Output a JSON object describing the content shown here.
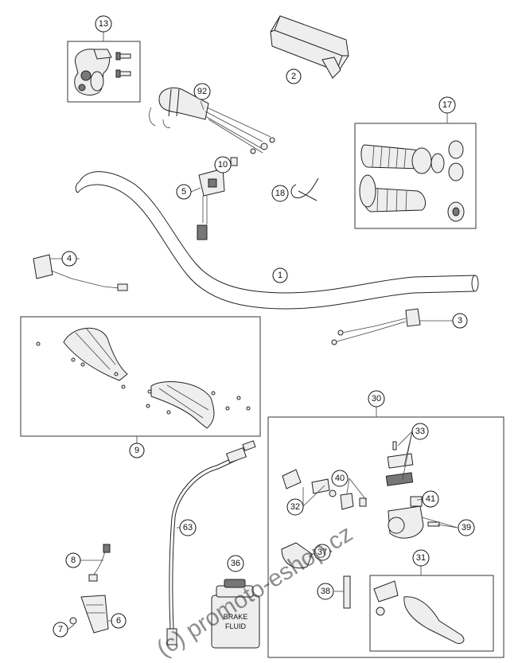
{
  "callouts": {
    "c1": "1",
    "c2": "2",
    "c3": "3",
    "c4": "4",
    "c5": "5",
    "c6": "6",
    "c7": "7",
    "c8": "8",
    "c9": "9",
    "c10": "10",
    "c13": "13",
    "c17": "17",
    "c18": "18",
    "c30": "30",
    "c31": "31",
    "c32": "32",
    "c33": "33",
    "c36": "36",
    "c37": "37",
    "c38": "38",
    "c39": "39",
    "c40": "40",
    "c41": "41",
    "c63": "63",
    "c92": "92"
  },
  "bottle_label": {
    "line1": "BRAKE",
    "line2": "FLUID"
  },
  "watermark": "(c) promoto-eshop.cz"
}
